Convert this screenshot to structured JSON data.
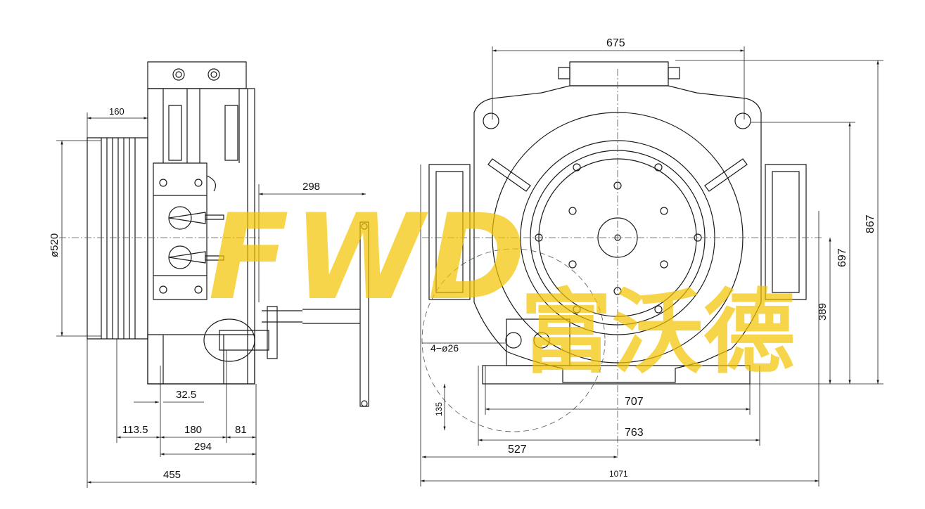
{
  "watermark": {
    "latin": "FWD",
    "chinese": "富沃德",
    "color": "#f5c400"
  },
  "colors": {
    "line": "#1a1a1a",
    "dash": "#555555",
    "background": "#ffffff"
  },
  "side_view": {
    "dim_160": "160",
    "dim_diameter": "ø520",
    "dim_298": "298",
    "dim_32_5": "32.5",
    "dim_113_5": "113.5",
    "dim_180": "180",
    "dim_81": "81",
    "dim_294": "294",
    "dim_455": "455"
  },
  "front_view": {
    "dim_675": "675",
    "dim_867": "867",
    "dim_697": "697",
    "dim_389": "389",
    "dim_holes": "4−ø26",
    "dim_135": "135",
    "dim_707": "707",
    "dim_763": "763",
    "dim_527": "527",
    "dim_1071": "1071"
  }
}
